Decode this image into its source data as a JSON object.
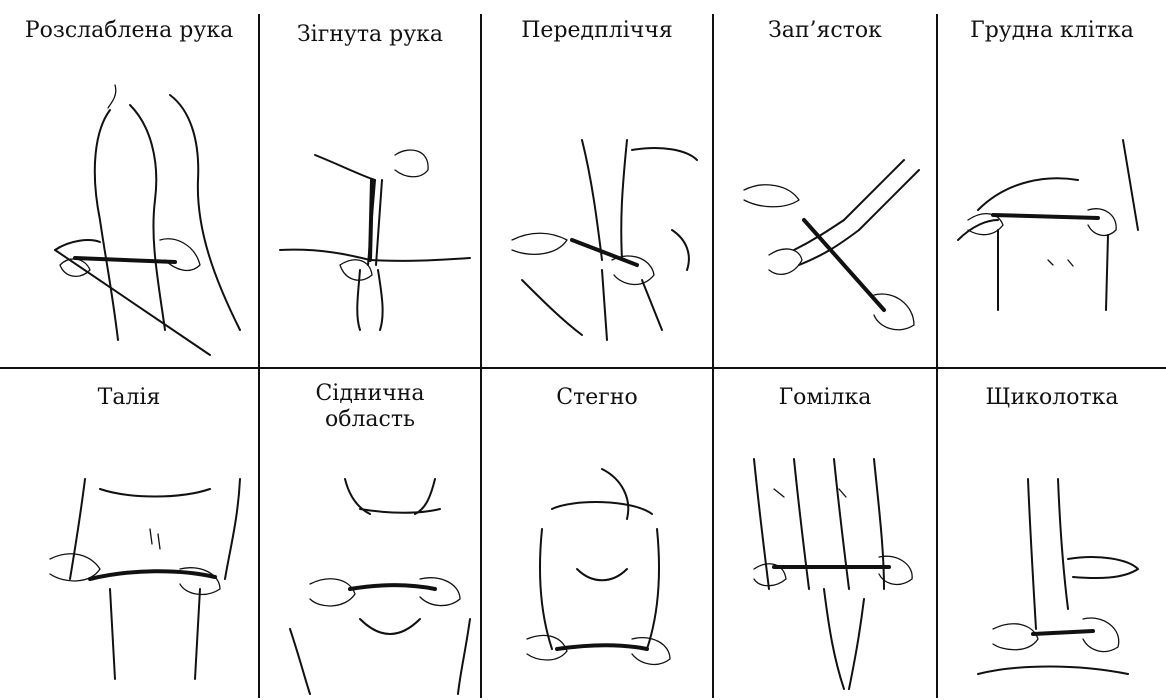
{
  "figure": {
    "rows": [
      {
        "cells": [
          {
            "label": "Розслаблена рука",
            "icon": "relaxed-arm-measurement-icon"
          },
          {
            "label": "Зігнута рука",
            "icon": "flexed-arm-measurement-icon"
          },
          {
            "label": "Передпліччя",
            "icon": "forearm-measurement-icon"
          },
          {
            "label": "Зап’ясток",
            "icon": "wrist-measurement-icon"
          },
          {
            "label": "Грудна клітка",
            "icon": "chest-measurement-icon"
          }
        ]
      },
      {
        "cells": [
          {
            "label": "Талія",
            "icon": "waist-measurement-icon"
          },
          {
            "label": "Сіднична\nобласть",
            "icon": "hip-measurement-icon"
          },
          {
            "label": "Стегно",
            "icon": "thigh-measurement-icon"
          },
          {
            "label": "Гомілка",
            "icon": "calf-measurement-icon"
          },
          {
            "label": "Щиколотка",
            "icon": "ankle-measurement-icon"
          }
        ]
      }
    ]
  }
}
